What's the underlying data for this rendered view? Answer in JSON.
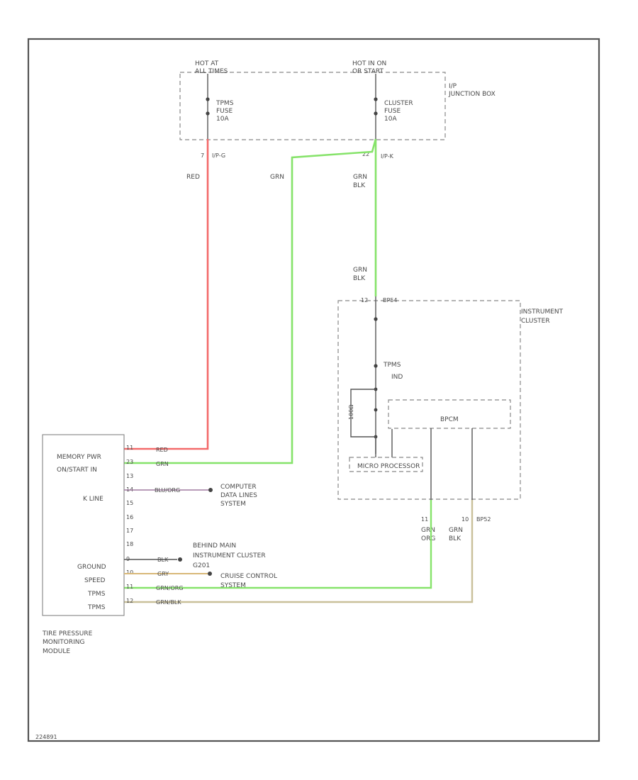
{
  "diagram": {
    "labels": {
      "hot_at_all_times": [
        "HOT AT",
        "ALL TIMES"
      ],
      "hot_in_on_start": [
        "HOT IN ON",
        "OR START"
      ],
      "ip_junction_box": [
        "I/P",
        "JUNCTION BOX"
      ],
      "tpms_fuse": [
        "TPMS",
        "FUSE",
        "10A"
      ],
      "cluster_fuse": [
        "CLUSTER",
        "FUSE",
        "10A"
      ],
      "conn_ip_g": "I/P-G",
      "conn_ip_k": "I/P-K",
      "pin_7": "7",
      "pin_22": "22",
      "wire_red": "RED",
      "wire_grn_top": "GRN",
      "wire_grn_blk_1": [
        "GRN",
        "BLK"
      ],
      "wire_grn_blk_2": [
        "GRN",
        "BLK"
      ],
      "conn_bp54": "BP54",
      "pin_12_cluster": "12",
      "instrument_cluster": [
        "INSTRUMENT",
        "CLUSTER"
      ],
      "tpms_ind": [
        "TPMS",
        "IND"
      ],
      "resistor": "100Ω",
      "micro_processor": "MICRO PROCESSOR",
      "bp": "BPCM",
      "pin_11": "11",
      "pin_10": "10",
      "conn_bp52": "BP52",
      "wire_grn_org": [
        "GRN",
        "ORG"
      ],
      "wire_grn_blk_3": [
        "GRN",
        "BLK"
      ],
      "module_inputs": [
        "MEMORY PWR",
        "ON/START IN"
      ],
      "kline": "K LINE",
      "module_bottom_inputs": [
        "GROUND",
        "SPEED",
        "TPMS",
        "TPMS"
      ],
      "module_name": [
        "TIRE PRESSURE",
        "MONITORING",
        "MODULE"
      ],
      "computer_data_lines": [
        "COMPUTER",
        "DATA LINES",
        "SYSTEM"
      ],
      "ground_text": [
        "BEHIND MAIN",
        "INSTRUMENT CLUSTER"
      ],
      "g201": "G201",
      "cruise_control": [
        "CRUISE CONTROL",
        "SYSTEM"
      ],
      "footer_code": "224891"
    },
    "pins": [
      "11",
      "23",
      "13",
      "14",
      "15",
      "16",
      "17",
      "18",
      "9",
      "10",
      "11",
      "12"
    ],
    "wires": [
      "RED",
      "GRN",
      "BLU/ORG",
      "BLK",
      "GRY",
      "GRN/ORG",
      "GRN/BLK"
    ],
    "wire_colors": {
      "red": "#f36a6a",
      "green": "#86e36a",
      "tan": "#c9c09a",
      "purple": "#a07aa0",
      "orange_tan": "#d8b878"
    }
  }
}
